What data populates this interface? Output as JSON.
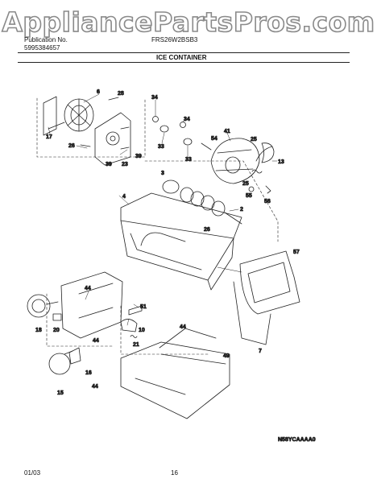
{
  "watermark": "AppliancePartsPros.com",
  "header": {
    "publication_label": "Publication No.",
    "publication_number": "5995384657",
    "model": "FRS26W2BSB3",
    "section_title": "ICE CONTAINER"
  },
  "diagram": {
    "code": "N58YCAAAA0",
    "callouts": [
      "6",
      "28",
      "34",
      "34",
      "17",
      "26",
      "23",
      "39",
      "39",
      "33",
      "33",
      "41",
      "54",
      "25",
      "13",
      "3",
      "4",
      "25",
      "55",
      "56",
      "2",
      "26",
      "57",
      "44",
      "51",
      "44",
      "18",
      "20",
      "10",
      "44",
      "21",
      "16",
      "49",
      "15",
      "7",
      "44"
    ]
  },
  "footer": {
    "date": "01/03",
    "page": "16"
  }
}
